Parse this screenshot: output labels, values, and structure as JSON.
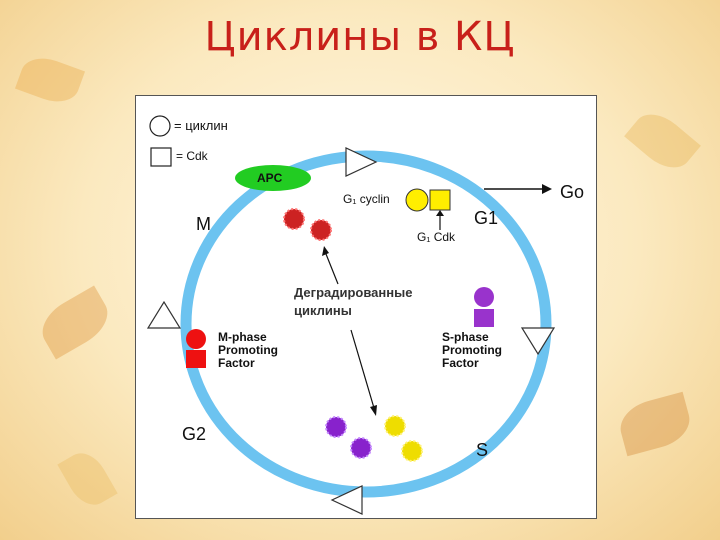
{
  "title": "Циклины в КЦ",
  "legend": {
    "cyclin": "= циклин",
    "cdk": "= Cdk"
  },
  "labels": {
    "apc": "APC",
    "g1_cyclin": "G₁ cyclin",
    "g1_cdk": "G₁ Cdk",
    "g0": "Go",
    "g1": "G1",
    "m": "M",
    "g2": "G2",
    "s": "S",
    "degraded_line1": "Деградированные",
    "degraded_line2": "циклины",
    "mpf_line1": "M-phase",
    "mpf_line2": "Promoting",
    "mpf_line3": "Factor",
    "spf_line1": "S-phase",
    "spf_line2": "Promoting",
    "spf_line3": "Factor"
  },
  "colors": {
    "title": "#c8201a",
    "ring": "#6cc3f0",
    "apc": "#22cc22",
    "g1_complex": "#ffee00",
    "mpf": "#ee1111",
    "spf": "#9933cc",
    "degraded_red": "#cc2222",
    "degraded_purple": "#8822cc",
    "degraded_yellow": "#eedd00"
  }
}
